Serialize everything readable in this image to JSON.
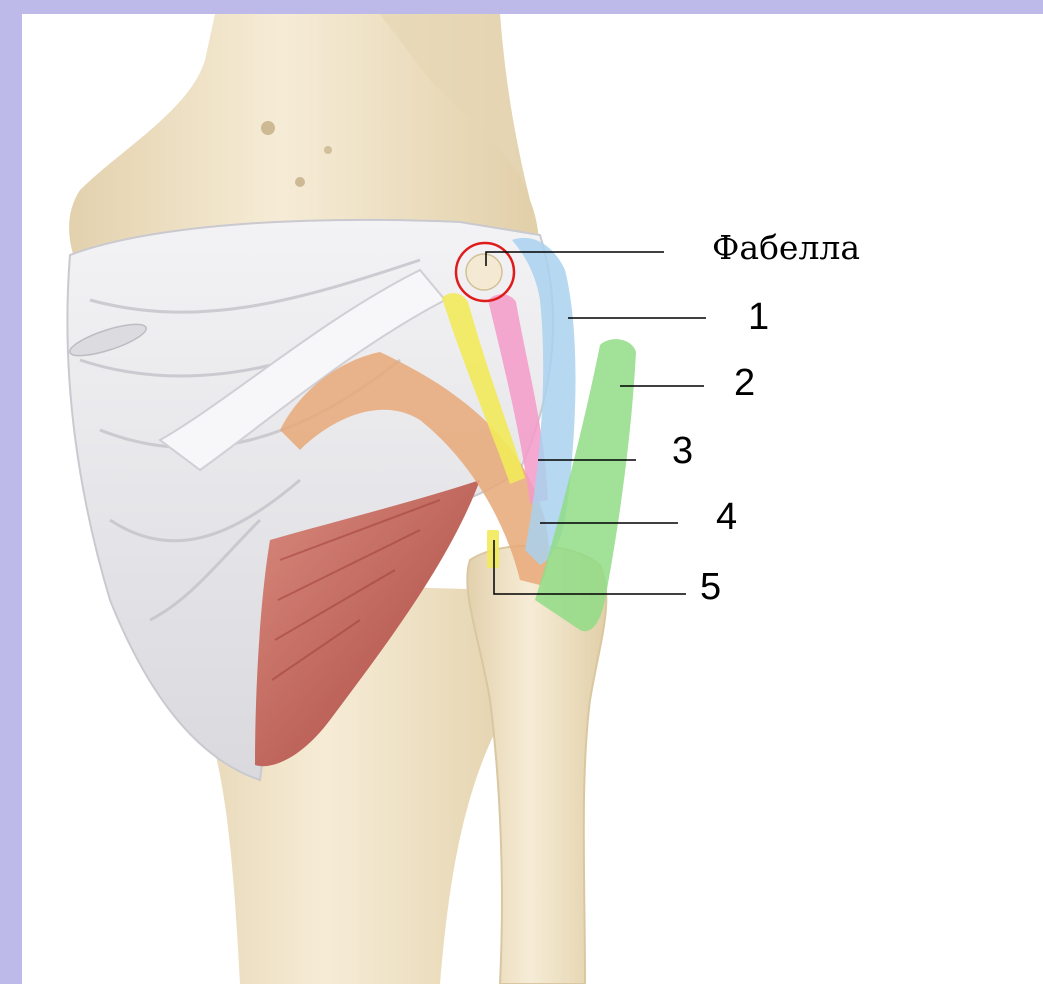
{
  "labels": {
    "fabella": "Фабелла",
    "n1": "1",
    "n2": "2",
    "n3": "3",
    "n4": "4",
    "n5": "5"
  },
  "colors": {
    "frame": "#bdb9e8",
    "bone": "#f1e4c8",
    "bone_shadow": "#dcc9a3",
    "capsule": "#e9e9ec",
    "muscle": "#c46b60",
    "structure_1": "#a9d1ef",
    "structure_2": "#90dc86",
    "structure_3": "#f49ac8",
    "structure_4": "#e8a878",
    "structure_5": "#f2ea5a",
    "fabella_marker": "#e01b1b",
    "leader_line": "#000000"
  }
}
